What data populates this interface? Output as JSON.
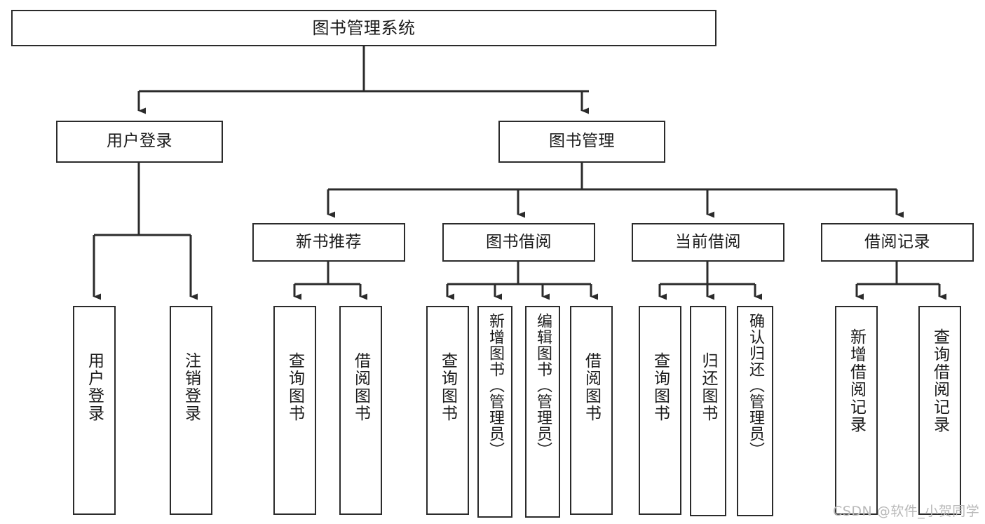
{
  "diagram": {
    "title": "图书管理系统",
    "type": "tree-hierarchy",
    "root": {
      "label": "图书管理系统",
      "id": "root"
    },
    "level1": [
      {
        "id": "user-login",
        "label": "用户登录"
      },
      {
        "id": "book-manage",
        "label": "图书管理"
      }
    ],
    "level2": [
      {
        "id": "new-book-recommend",
        "label": "新书推荐",
        "parent": "book-manage"
      },
      {
        "id": "book-borrow",
        "label": "图书借阅",
        "parent": "book-manage"
      },
      {
        "id": "current-borrow",
        "label": "当前借阅",
        "parent": "book-manage"
      },
      {
        "id": "borrow-record",
        "label": "借阅记录",
        "parent": "book-manage"
      }
    ],
    "leaves": [
      {
        "id": "leaf-user-login",
        "label": "用户登录",
        "parent": "user-login"
      },
      {
        "id": "leaf-logout-login",
        "label": "注销登录",
        "parent": "user-login"
      },
      {
        "id": "leaf-query-book-1",
        "label": "查询图书",
        "parent": "new-book-recommend"
      },
      {
        "id": "leaf-borrow-book-1",
        "label": "借阅图书",
        "parent": "new-book-recommend"
      },
      {
        "id": "leaf-query-book-2",
        "label": "查询图书",
        "parent": "book-borrow"
      },
      {
        "id": "leaf-add-book",
        "label": "新增图书（管理员）",
        "parent": "book-borrow"
      },
      {
        "id": "leaf-edit-book",
        "label": "编辑图书（管理员）",
        "parent": "book-borrow"
      },
      {
        "id": "leaf-borrow-book-2",
        "label": "借阅图书",
        "parent": "book-borrow"
      },
      {
        "id": "leaf-query-book-3",
        "label": "查询图书",
        "parent": "current-borrow"
      },
      {
        "id": "leaf-return-book",
        "label": "归还图书",
        "parent": "current-borrow"
      },
      {
        "id": "leaf-confirm-return",
        "label": "确认归还（管理员）",
        "parent": "current-borrow"
      },
      {
        "id": "leaf-add-record",
        "label": "新增借阅记录",
        "parent": "borrow-record"
      },
      {
        "id": "leaf-query-record",
        "label": "查询借阅记录",
        "parent": "borrow-record"
      }
    ]
  },
  "watermark": {
    "text": "CSDN @软件_小贺同学"
  },
  "colors": {
    "stroke": "#2b2b2b",
    "background": "#ffffff",
    "text": "#1b1b1b",
    "watermark": "#b9b9b9"
  }
}
